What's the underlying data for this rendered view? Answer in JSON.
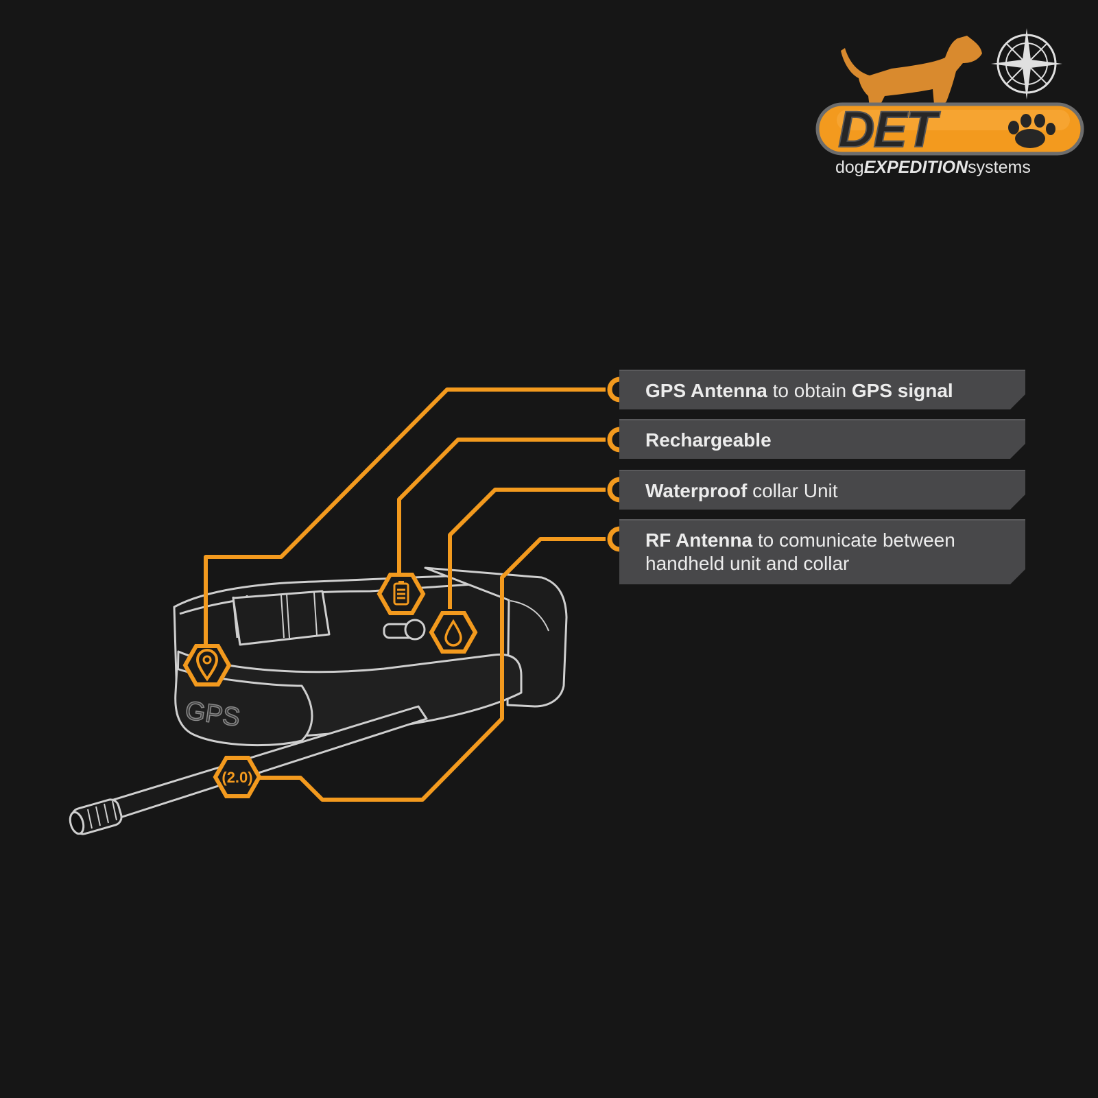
{
  "brand": {
    "logo_letters": "DET",
    "name_prefix": "dog",
    "name_bold": "EXPEDITION",
    "name_suffix": "systems"
  },
  "device": {
    "housing_label": "GPS",
    "rf_badge_label": "(2.0)"
  },
  "callouts": [
    {
      "bold_a": "GPS Antenna",
      "text_a": " to obtain ",
      "bold_b": "GPS signal",
      "icon": "location-pin-icon"
    },
    {
      "bold_a": "Rechargeable",
      "icon": "battery-icon"
    },
    {
      "bold_a": "Waterproof",
      "text_a": " collar Unit",
      "icon": "water-drop-icon"
    },
    {
      "bold_a": "RF Antenna",
      "text_a": " to comunicate between",
      "line2": "handheld unit and collar",
      "icon": "rf-signal-icon"
    }
  ],
  "colors": {
    "accent": "#f39a1e",
    "background": "#161616",
    "panel": "#48484a",
    "outline": "#cfcfcf"
  }
}
